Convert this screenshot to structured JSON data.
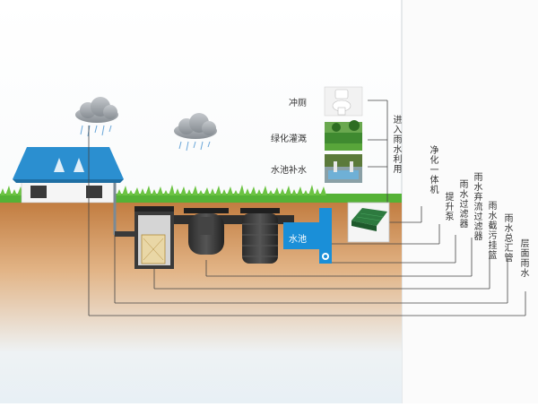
{
  "uses": {
    "toilet": "冲厕",
    "irrigation": "绿化灌溉",
    "pool_refill": "水池补水"
  },
  "components": {
    "rain_use": "进入雨水利用",
    "purifier": "净化一体机",
    "lift_pump": "提升泵",
    "rain_filter": "雨水过滤器",
    "diverter_filter": "雨水弃流过滤器",
    "trash_basket": "雨水截污挂篮",
    "main_pipe": "雨水总汇管",
    "roof_rain": "层面雨水"
  },
  "tank_label": "水池",
  "colors": {
    "grass": "#55b236",
    "soil": "#c9894c",
    "water": "#1a8fd8",
    "roof": "#2b8fd0",
    "leader_line": "#444444"
  }
}
